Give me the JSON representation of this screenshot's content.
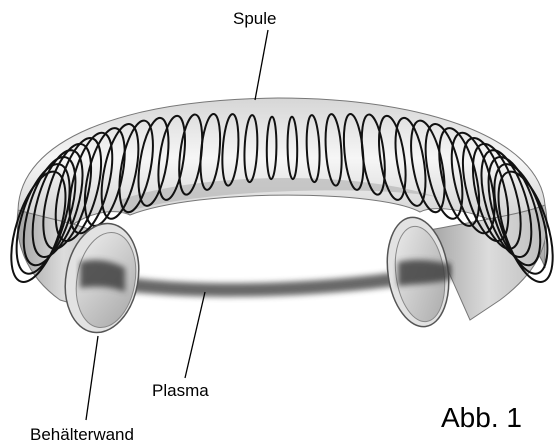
{
  "labels": {
    "coil": "Spule",
    "plasma": "Plasma",
    "vessel_wall": "Behälterwand",
    "figure": "Abb. 1"
  },
  "colors": {
    "tube_light": "#f4f4f4",
    "tube_mid": "#cfcfcf",
    "tube_dark": "#8f8f8f",
    "coil": "#111111",
    "plasma": "#5a5a5a",
    "cut_face": "#c8c8c8"
  },
  "diagram": {
    "coil_turn_count": 34
  }
}
